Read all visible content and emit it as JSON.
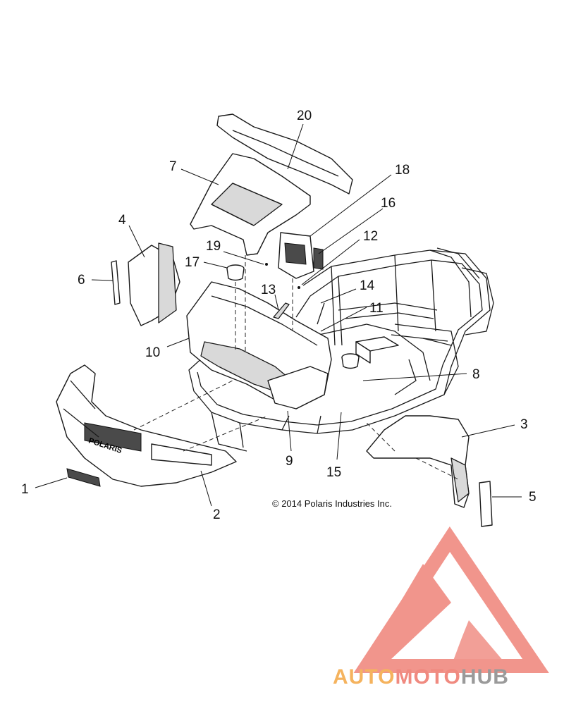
{
  "copyright": "© 2014 Polaris Industries Inc.",
  "watermark": {
    "word1": "AUTO",
    "word2": "MOTO",
    "word3": "HUB",
    "colors": {
      "logo": "#f08a80",
      "auto": "#f5b35e",
      "moto": "#f08a80",
      "hub": "#9a9a9a"
    }
  },
  "callouts": {
    "c1": "1",
    "c2": "2",
    "c3": "3",
    "c4": "4",
    "c5": "5",
    "c6": "6",
    "c7": "7",
    "c8": "8",
    "c9": "9",
    "c10": "10",
    "c11": "11",
    "c12": "12",
    "c13": "13",
    "c14": "14",
    "c15": "15",
    "c16": "16",
    "c17": "17",
    "c18": "18",
    "c19": "19",
    "c20": "20"
  },
  "bumper_lettering": "POLARIS"
}
